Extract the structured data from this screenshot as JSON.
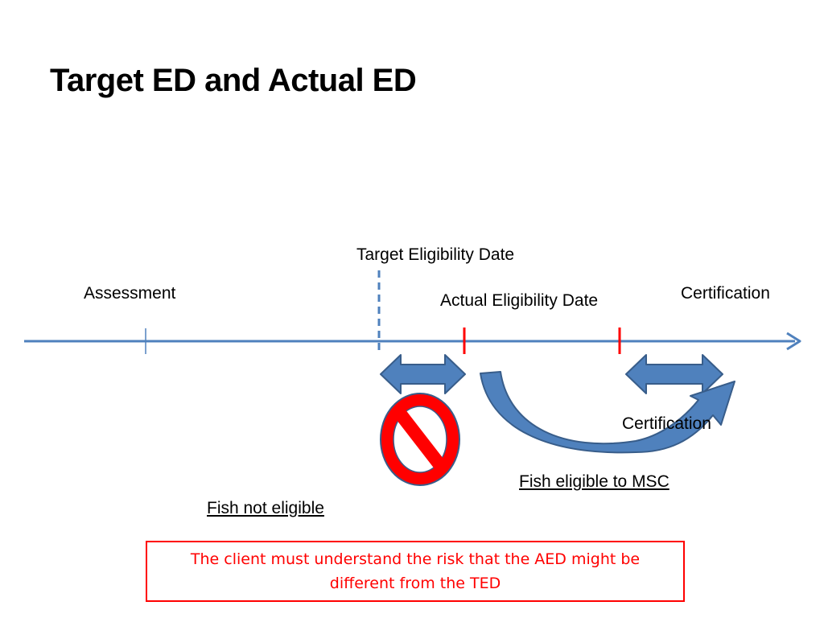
{
  "title": "Target ED and Actual ED",
  "labels": {
    "target_eligibility_date": "Target Eligibility Date",
    "assessment": "Assessment",
    "certification_top": "Certification",
    "actual_eligibility_date": "Actual Eligibility Date",
    "certification_mid": "Certification",
    "fish_eligible": "Fish eligible to MSC",
    "fish_not_eligible": "Fish not eligible"
  },
  "note": "The client must understand the risk that the AED might be different from the TED",
  "colors": {
    "timeline": "#4f81bd",
    "arrow_fill": "#4f81bd",
    "arrow_stroke": "#385d8a",
    "marker": "#ff0000",
    "prohibited": "#ff0000",
    "note_text": "#ff0000",
    "note_border": "#ff0000"
  },
  "icons": {
    "prohibited": "no-entry-icon"
  }
}
